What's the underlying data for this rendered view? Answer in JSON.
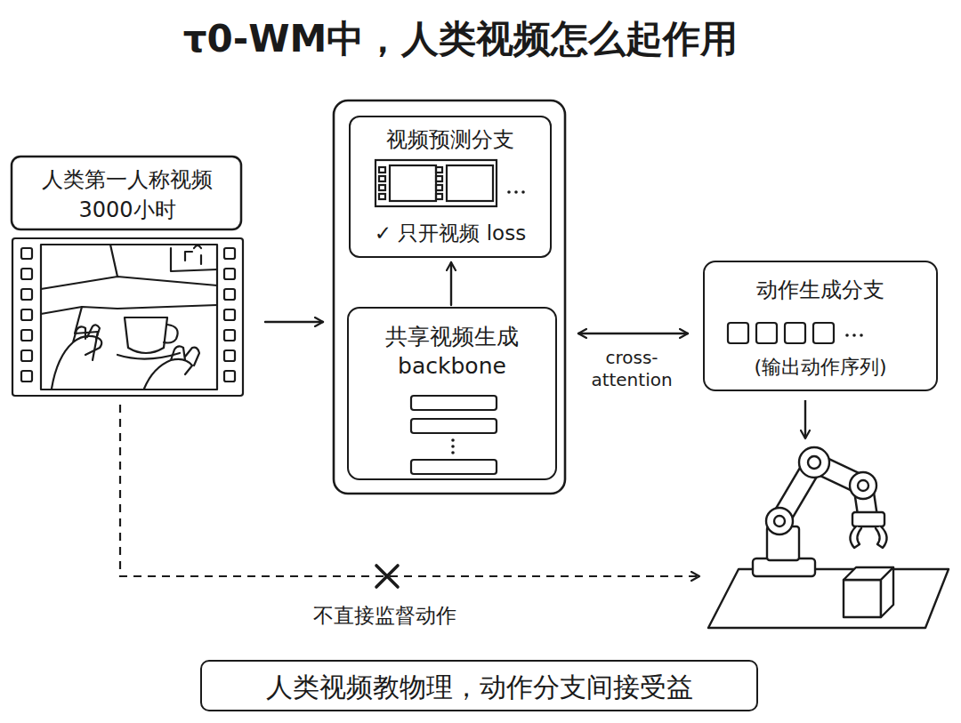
{
  "diagram": {
    "title": "τ0-WM中，人类视频怎么起作用",
    "caption": "人类视频教物理，动作分支间接受益",
    "nodes": [
      {
        "text": [
          "人类第一人称视频",
          "3000小时"
        ]
      },
      {
        "text": [
          "视频预测分支",
          "✓ 只开视频 loss"
        ]
      },
      {
        "text": [
          "共享视频生成 backbone"
        ]
      },
      {
        "text": [
          "动作生成分支",
          "(输出动作序列)"
        ]
      }
    ],
    "edges": [
      {
        "from": 0,
        "to": 2,
        "arrow": "to"
      },
      {
        "from": 2,
        "to": 1,
        "arrow": "to"
      },
      {
        "from": 2,
        "to": 3,
        "label": "cross-attention",
        "arrow": "both"
      }
    ],
    "labels": [
      "不直接监督动作"
    ]
  }
}
